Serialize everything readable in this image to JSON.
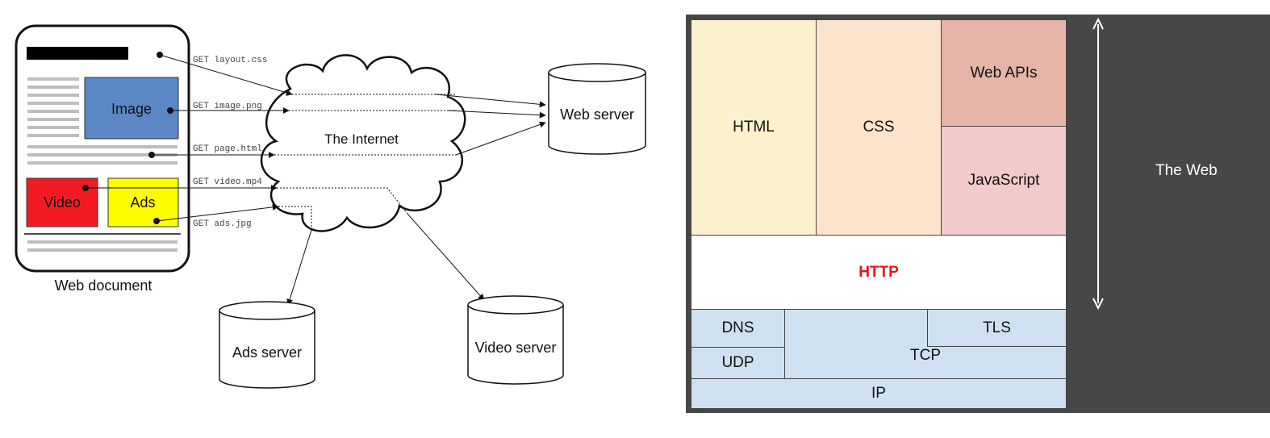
{
  "left": {
    "document_label": "Web document",
    "image_label": "Image",
    "video_label": "Video",
    "ads_label": "Ads",
    "internet_label": "The Internet",
    "requests": [
      "GET layout.css",
      "GET image.png",
      "GET page.html",
      "GET video.mp4",
      "GET ads.jpg"
    ],
    "servers": {
      "web": "Web server",
      "ads": "Ads server",
      "video": "Video server"
    },
    "colors": {
      "image": "#5b87c5",
      "video": "#f21b24",
      "ads": "#fdfd00"
    }
  },
  "right": {
    "layers": {
      "html": "HTML",
      "css": "CSS",
      "web_apis": "Web APIs",
      "javascript": "JavaScript",
      "http": "HTTP",
      "dns": "DNS",
      "udp": "UDP",
      "tcp": "TCP",
      "tls": "TLS",
      "ip": "IP"
    },
    "side_label": "The Web",
    "colors": {
      "html": "#fdf0cd",
      "css": "#fce4cc",
      "web_apis": "#e6b5a9",
      "javascript": "#f2cac9",
      "http": "#ffffff",
      "http_text": "#e8121a",
      "transport": "#cfe1f0",
      "panel": "#474747"
    }
  }
}
